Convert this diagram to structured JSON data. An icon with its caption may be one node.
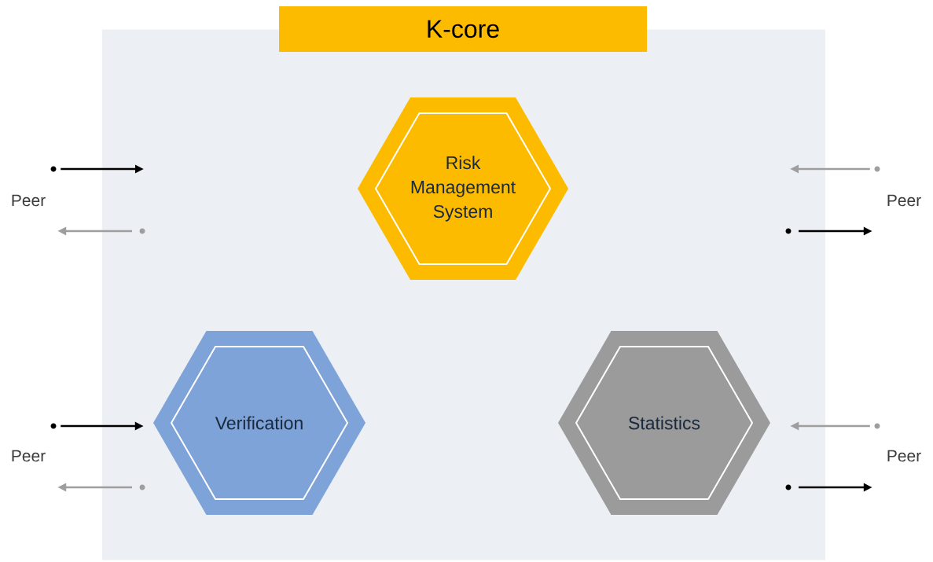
{
  "diagram": {
    "nodes": [
      {
        "text": [
          "K-core"
        ]
      },
      {
        "text": [
          "Risk Management System"
        ],
        "in": 0
      },
      {
        "text": [
          "Verification"
        ],
        "in": 0
      },
      {
        "text": [
          "Statistics"
        ],
        "in": 0
      },
      {
        "text": [
          "Peer"
        ]
      },
      {
        "text": [
          "Peer"
        ]
      },
      {
        "text": [
          "Peer"
        ]
      },
      {
        "text": [
          "Peer"
        ]
      }
    ],
    "edges": [
      {
        "from": 4,
        "to": null,
        "arrow": "to"
      },
      {
        "from": null,
        "to": 4,
        "arrow": "to",
        "color": "#9e9e9e"
      },
      {
        "from": 5,
        "to": null,
        "arrow": "to",
        "color": "#9e9e9e"
      },
      {
        "from": null,
        "to": 5,
        "arrow": "to"
      },
      {
        "from": 6,
        "to": 2,
        "arrow": "to"
      },
      {
        "from": null,
        "to": 6,
        "arrow": "to",
        "color": "#9e9e9e"
      },
      {
        "from": 7,
        "to": 3,
        "arrow": "to",
        "color": "#9e9e9e"
      },
      {
        "from": null,
        "to": 7,
        "arrow": "to"
      }
    ]
  }
}
